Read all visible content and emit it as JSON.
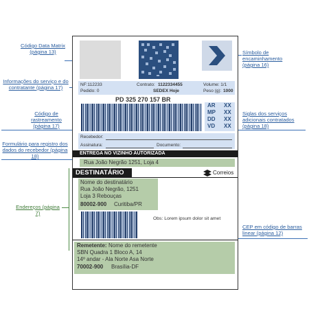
{
  "callouts": {
    "data_matrix": "Código Data Matrix (página 13)",
    "service_info": "Informações do serviço e do contratante (página 17)",
    "tracking_code": "Código de rastreamento (página 17)",
    "receiver_form": "Formulário para registro dos dados do recebedor (página 18)",
    "addresses": "Endereços (página 7)",
    "symbol": "Símbolo de encaminhamento (página 16)",
    "additional_services": "Siglas dos serviços adicionais contratados (página 18)",
    "cep_barcode": "CEP em código de barras linear (página 12)"
  },
  "label": {
    "nf": "NF:112233",
    "pedido": "Pedido: 0",
    "contrato_label": "Contrato:",
    "contrato_value": "1122334455",
    "service": "SEDEX Hoje",
    "volume": "Volume: 1/1",
    "peso_label": "Peso (g):",
    "peso_value": "1000",
    "tracking": "PD 325 270 157 BR",
    "services_codes": [
      "AR",
      "XX",
      "MP",
      "XX",
      "DD",
      "XX",
      "VD",
      "XX"
    ],
    "recebedor_label": "Recebedor:",
    "assinatura_label": "Assinatura:",
    "documento_label": "Documento:",
    "neighbor_header": "ENTREGA NO VIZINHO AUTORIZADA",
    "neighbor_address": "Rua João Negrão 1251, Loja 4",
    "recipient_header": "DESTINATÁRIO",
    "brand": "Correios",
    "recipient_lines": [
      "Nome do destinatário",
      "Rua João Negrão, 1251",
      "Loja 3  Rebouças"
    ],
    "recipient_cep": "80002-900",
    "recipient_city": "Curitiba/PR",
    "obs": "Obs: Lorem ipsum dolor sit amet",
    "sender_label": "Remetente:",
    "sender_name": "Nome do remetente",
    "sender_lines": [
      "SBN Quadra 1 Bloco A, 14",
      "14º andar - Ala Norte  Asa Norte"
    ],
    "sender_cep": "70002-900",
    "sender_city": "Brasília-DF"
  },
  "colors": {
    "callout_blue": "#2a5d9f",
    "callout_green": "#3d7a36",
    "info_fill": "#d4e1f3",
    "address_fill": "#b5cca9"
  }
}
